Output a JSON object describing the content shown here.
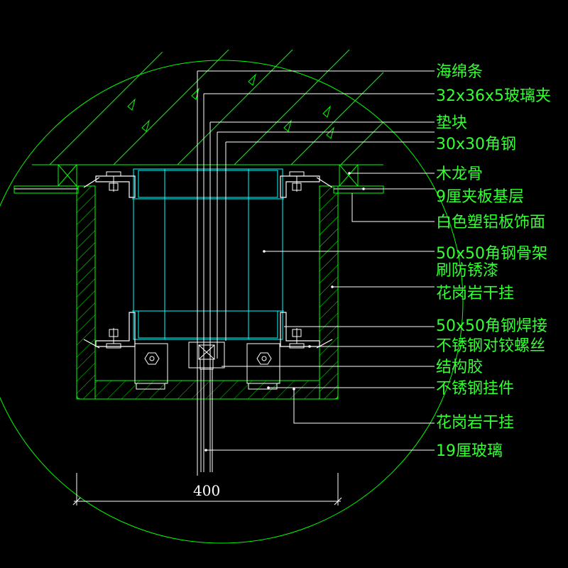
{
  "drawing": {
    "colors": {
      "background": "#000000",
      "outline": "#00ff00",
      "label": "#33ff33",
      "leader": "#ffffff",
      "steel": "#00ffff",
      "dimension": "#ffffff"
    },
    "labels": [
      {
        "id": "sponge-strip",
        "text": "海绵条"
      },
      {
        "id": "glass-clamp",
        "text": "32x36x5玻璃夹"
      },
      {
        "id": "spacer-block",
        "text": "垫块"
      },
      {
        "id": "angle-30",
        "text": "30x30角钢"
      },
      {
        "id": "wood-keel",
        "text": "木龙骨"
      },
      {
        "id": "plywood-base",
        "text": "9厘夹板基层"
      },
      {
        "id": "aluminum-finish",
        "text": "白色塑铝板饰面"
      },
      {
        "id": "frame-50",
        "text": "50x50角钢骨架"
      },
      {
        "id": "antirust",
        "text": "刷防锈漆"
      },
      {
        "id": "granite-upper",
        "text": "花岗岩干挂"
      },
      {
        "id": "weld-50",
        "text": "50x50角钢焊接"
      },
      {
        "id": "ss-bolt",
        "text": "不锈钢对铰螺丝"
      },
      {
        "id": "struct-glue",
        "text": "结构胶"
      },
      {
        "id": "ss-hanger",
        "text": "不锈钢挂件"
      },
      {
        "id": "granite-lower",
        "text": "花岗岩干挂"
      },
      {
        "id": "glass-19",
        "text": "19厘玻璃"
      }
    ],
    "dimension": {
      "text": "400"
    }
  }
}
